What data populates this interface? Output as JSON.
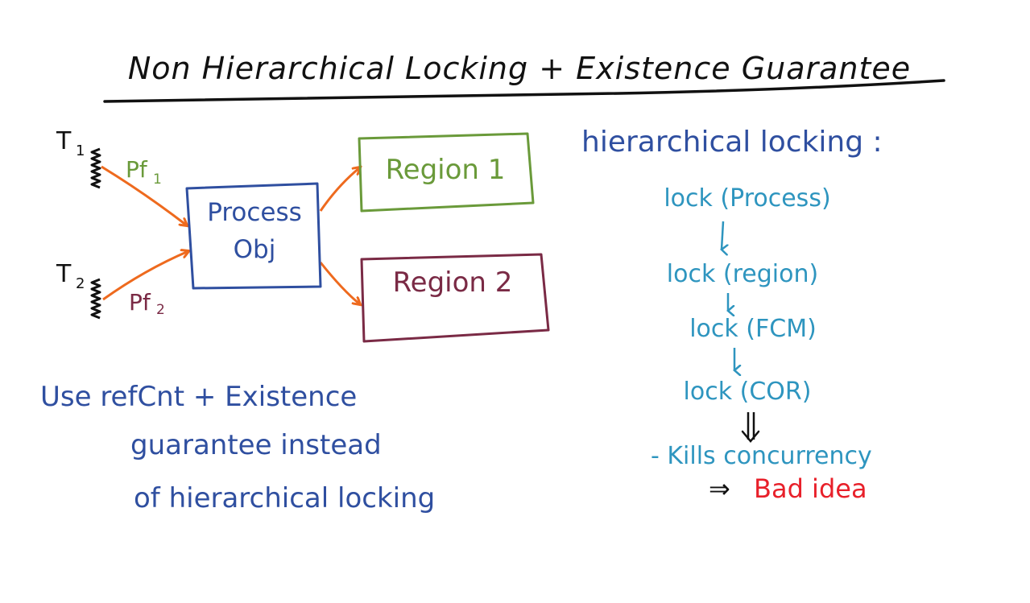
{
  "title": "Non Hierarchical Locking + Existence Guarantee",
  "colors": {
    "ink": "#111111",
    "blue": "#2f4fa0",
    "teal": "#2e95bf",
    "orange": "#ee6a1e",
    "green": "#6a9a3a",
    "maroon": "#7a2a45",
    "red": "#e8202a",
    "purple": "#7d2e4f"
  },
  "diagram": {
    "t1_label": "T",
    "t1_sub": "1",
    "t2_label": "T",
    "t2_sub": "2",
    "pf1_label": "Pf",
    "pf1_sub": "1",
    "pf2_label": "Pf",
    "pf2_sub": "2",
    "process_line1": "Process",
    "process_line2": "Obj",
    "region1": "Region 1",
    "region2": "Region 2"
  },
  "note": {
    "line1": "Use refCnt + Existence",
    "line2": "guarantee instead",
    "line3": "of hierarchical locking"
  },
  "hierarchy": {
    "heading": "hierarchical locking :",
    "steps": [
      "lock (Process)",
      "lock (region)",
      "lock (FCM)",
      "lock (COR)"
    ],
    "consequence": "- Kills concurrency",
    "implies": "⇒",
    "conclusion": "Bad idea"
  }
}
